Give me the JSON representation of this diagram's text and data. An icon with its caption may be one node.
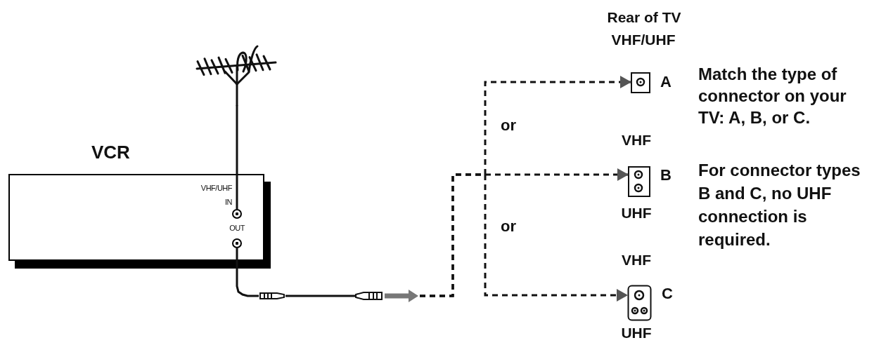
{
  "diagram": {
    "nodes": [
      {
        "text": [
          "VCR"
        ]
      },
      {
        "text": [],
        "shape": "picture"
      },
      {
        "text": [],
        "shape": "circle",
        "in": 0,
        "beside": [
          "VHF/UHF IN"
        ]
      },
      {
        "text": [],
        "shape": "circle",
        "in": 0,
        "beside": [
          "OUT"
        ]
      },
      {
        "text": [],
        "shape": "plug"
      },
      {
        "text": [],
        "shape": "plug"
      },
      {
        "text": [
          "A"
        ],
        "beside": [
          "VHF/UHF"
        ]
      },
      {
        "text": [
          "B"
        ],
        "beside": [
          "VHF",
          "UHF"
        ]
      },
      {
        "text": [
          "C"
        ],
        "beside": [
          "VHF",
          "UHF"
        ]
      }
    ],
    "edges": [
      {
        "from": 1,
        "to": 2,
        "arrow": "none"
      },
      {
        "from": 3,
        "to": 4,
        "arrow": "none"
      },
      {
        "from": 4,
        "to": 5,
        "arrow": "none"
      },
      {
        "from": 5,
        "to": 6,
        "arrow": "to",
        "style": "dashed"
      },
      {
        "from": 5,
        "to": 7,
        "arrow": "to",
        "style": "dashed"
      },
      {
        "from": 5,
        "to": 8,
        "arrow": "to",
        "style": "dashed"
      }
    ],
    "labels": [
      "Rear of TV",
      "or",
      "or",
      "Match the type of connector on your TV: A, B, or C.",
      "For connector types B and C, no UHF connection is required."
    ]
  }
}
